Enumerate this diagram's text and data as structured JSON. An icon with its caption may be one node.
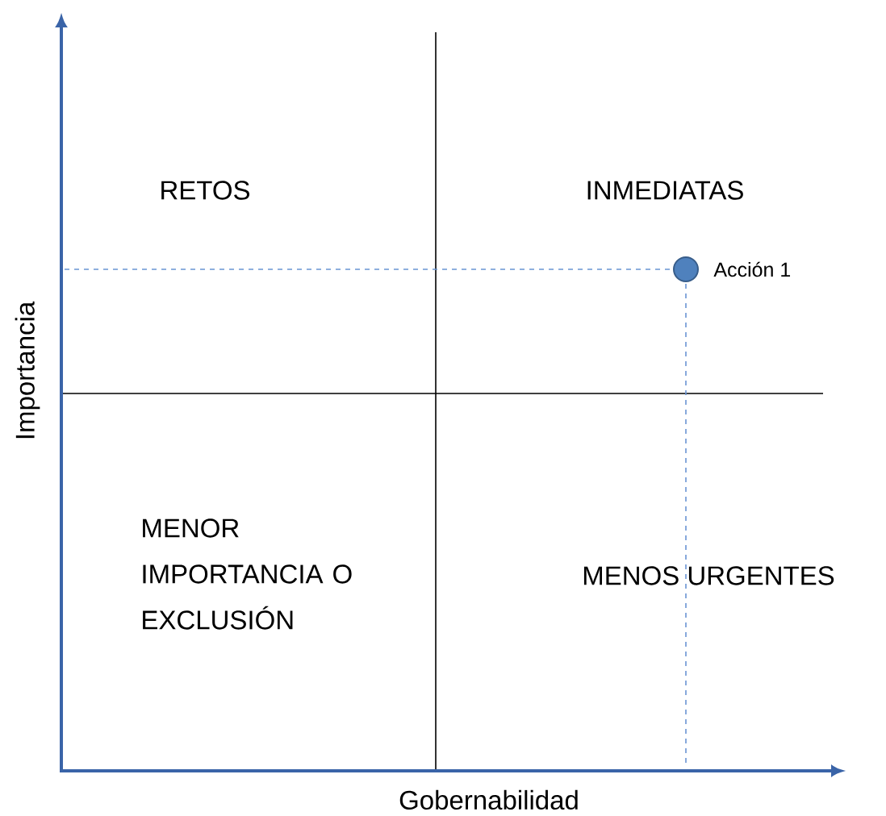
{
  "diagram": {
    "nodes": [
      {
        "text": [],
        "shape": "circle",
        "beside": [
          "Acción 1"
        ]
      }
    ],
    "labels": [
      "RETOS",
      "INMEDIATAS",
      "MENOR IMPORTANCIA O EXCLUSIÓN",
      "MENOS URGENTES",
      "Importancia",
      "Gobernabilidad"
    ]
  }
}
